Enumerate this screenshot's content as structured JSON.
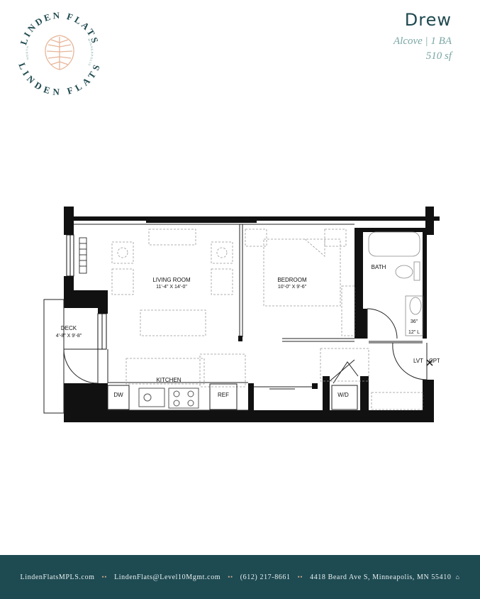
{
  "logo": {
    "brand_top": "LINDEN FLATS",
    "brand_bottom": "LINDEN FLATS",
    "left_small": "NORTH",
    "right_small": "MINNEAPOLIS"
  },
  "header": {
    "unit_name": "Drew",
    "unit_type": "Alcove | 1 BA",
    "unit_area": "510 sf"
  },
  "plan": {
    "living_room": "LIVING ROOM",
    "living_room_dims": "11'-4\" X 14'-0\"",
    "bedroom": "BEDROOM",
    "bedroom_dims": "10'-0\" X 9'-6\"",
    "bath": "BATH",
    "deck": "DECK",
    "deck_dims": "4'-8\" X 9'-8\"",
    "kitchen": "KITCHEN",
    "dw": "DW",
    "ref": "REF",
    "wd": "W/D",
    "clearance": "36\"",
    "clearance_l": "12\" L",
    "lvt": "LVT",
    "cpt": "CPT"
  },
  "footer": {
    "website": "LindenFlatsMPLS.com",
    "email": "LindenFlats@Level10Mgmt.com",
    "phone": "(612) 217-8661",
    "address": "4418 Beard Ave S, Minneapolis, MN 55410",
    "separator": "••",
    "house_icon": "⌂"
  },
  "colors": {
    "brand_teal": "#1f4a50",
    "footer_bg": "#1e4a52",
    "accent_sage": "#7aa6a3",
    "leaf_peach": "#e7b598"
  }
}
